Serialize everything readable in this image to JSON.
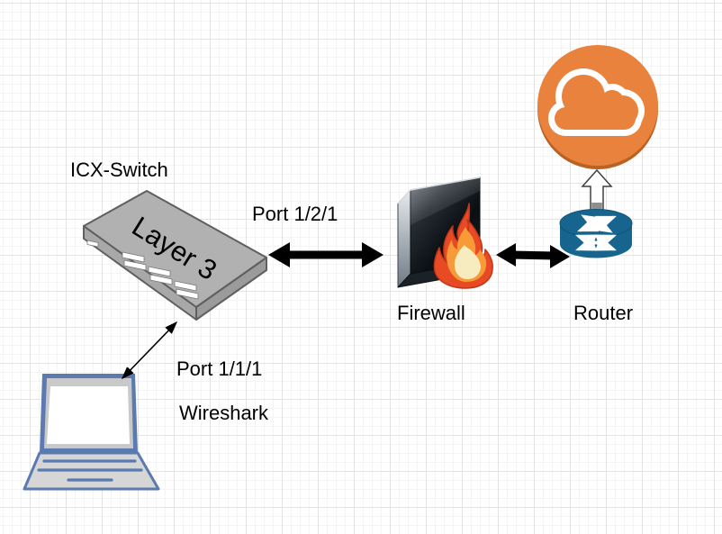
{
  "canvas": {
    "background_color": "#ffffff",
    "grid_minor_color": "#f4f4f4",
    "grid_major_color": "#e3e3e3"
  },
  "nodes": {
    "icx_switch": {
      "title": "ICX-Switch",
      "face_label": "Layer 3",
      "top_color": "#b1b1b1",
      "front_color": "#a8a8a8",
      "side_color": "#9b9b9b",
      "border_color": "#5f5f5f",
      "port_color": "#ffffff"
    },
    "firewall": {
      "label": "Firewall",
      "flame_outer_color": "#e84a26",
      "flame_inner_color": "#f79b38",
      "flame_core_color": "#f6ecc0"
    },
    "router": {
      "label": "Router",
      "body_color": "#17648e",
      "arrow_color": "#ffffff"
    },
    "internet_cloud": {
      "body_color": "#e8823c",
      "rim_color": "#b96224",
      "glyph_color": "#ffffff"
    },
    "laptop": {
      "frame_color": "#5b7bb0",
      "body_color": "#d6d6d6",
      "bezel_color": "#c9c9c9",
      "screen_color": "#ffffff"
    }
  },
  "edges": {
    "switch_firewall": {
      "label": "Port 1/2/1",
      "color": "#000000",
      "style": "thick-double-arrow"
    },
    "firewall_router": {
      "color": "#000000",
      "style": "thick-double-arrow"
    },
    "laptop_switch": {
      "label": "Port 1/1/1",
      "annotation": "Wireshark",
      "color": "#000000",
      "style": "thin-double-arrow"
    },
    "router_cloud": {
      "fill_color": "#ffffff",
      "outline_color": "#404040",
      "style": "block-arrow-up"
    }
  }
}
